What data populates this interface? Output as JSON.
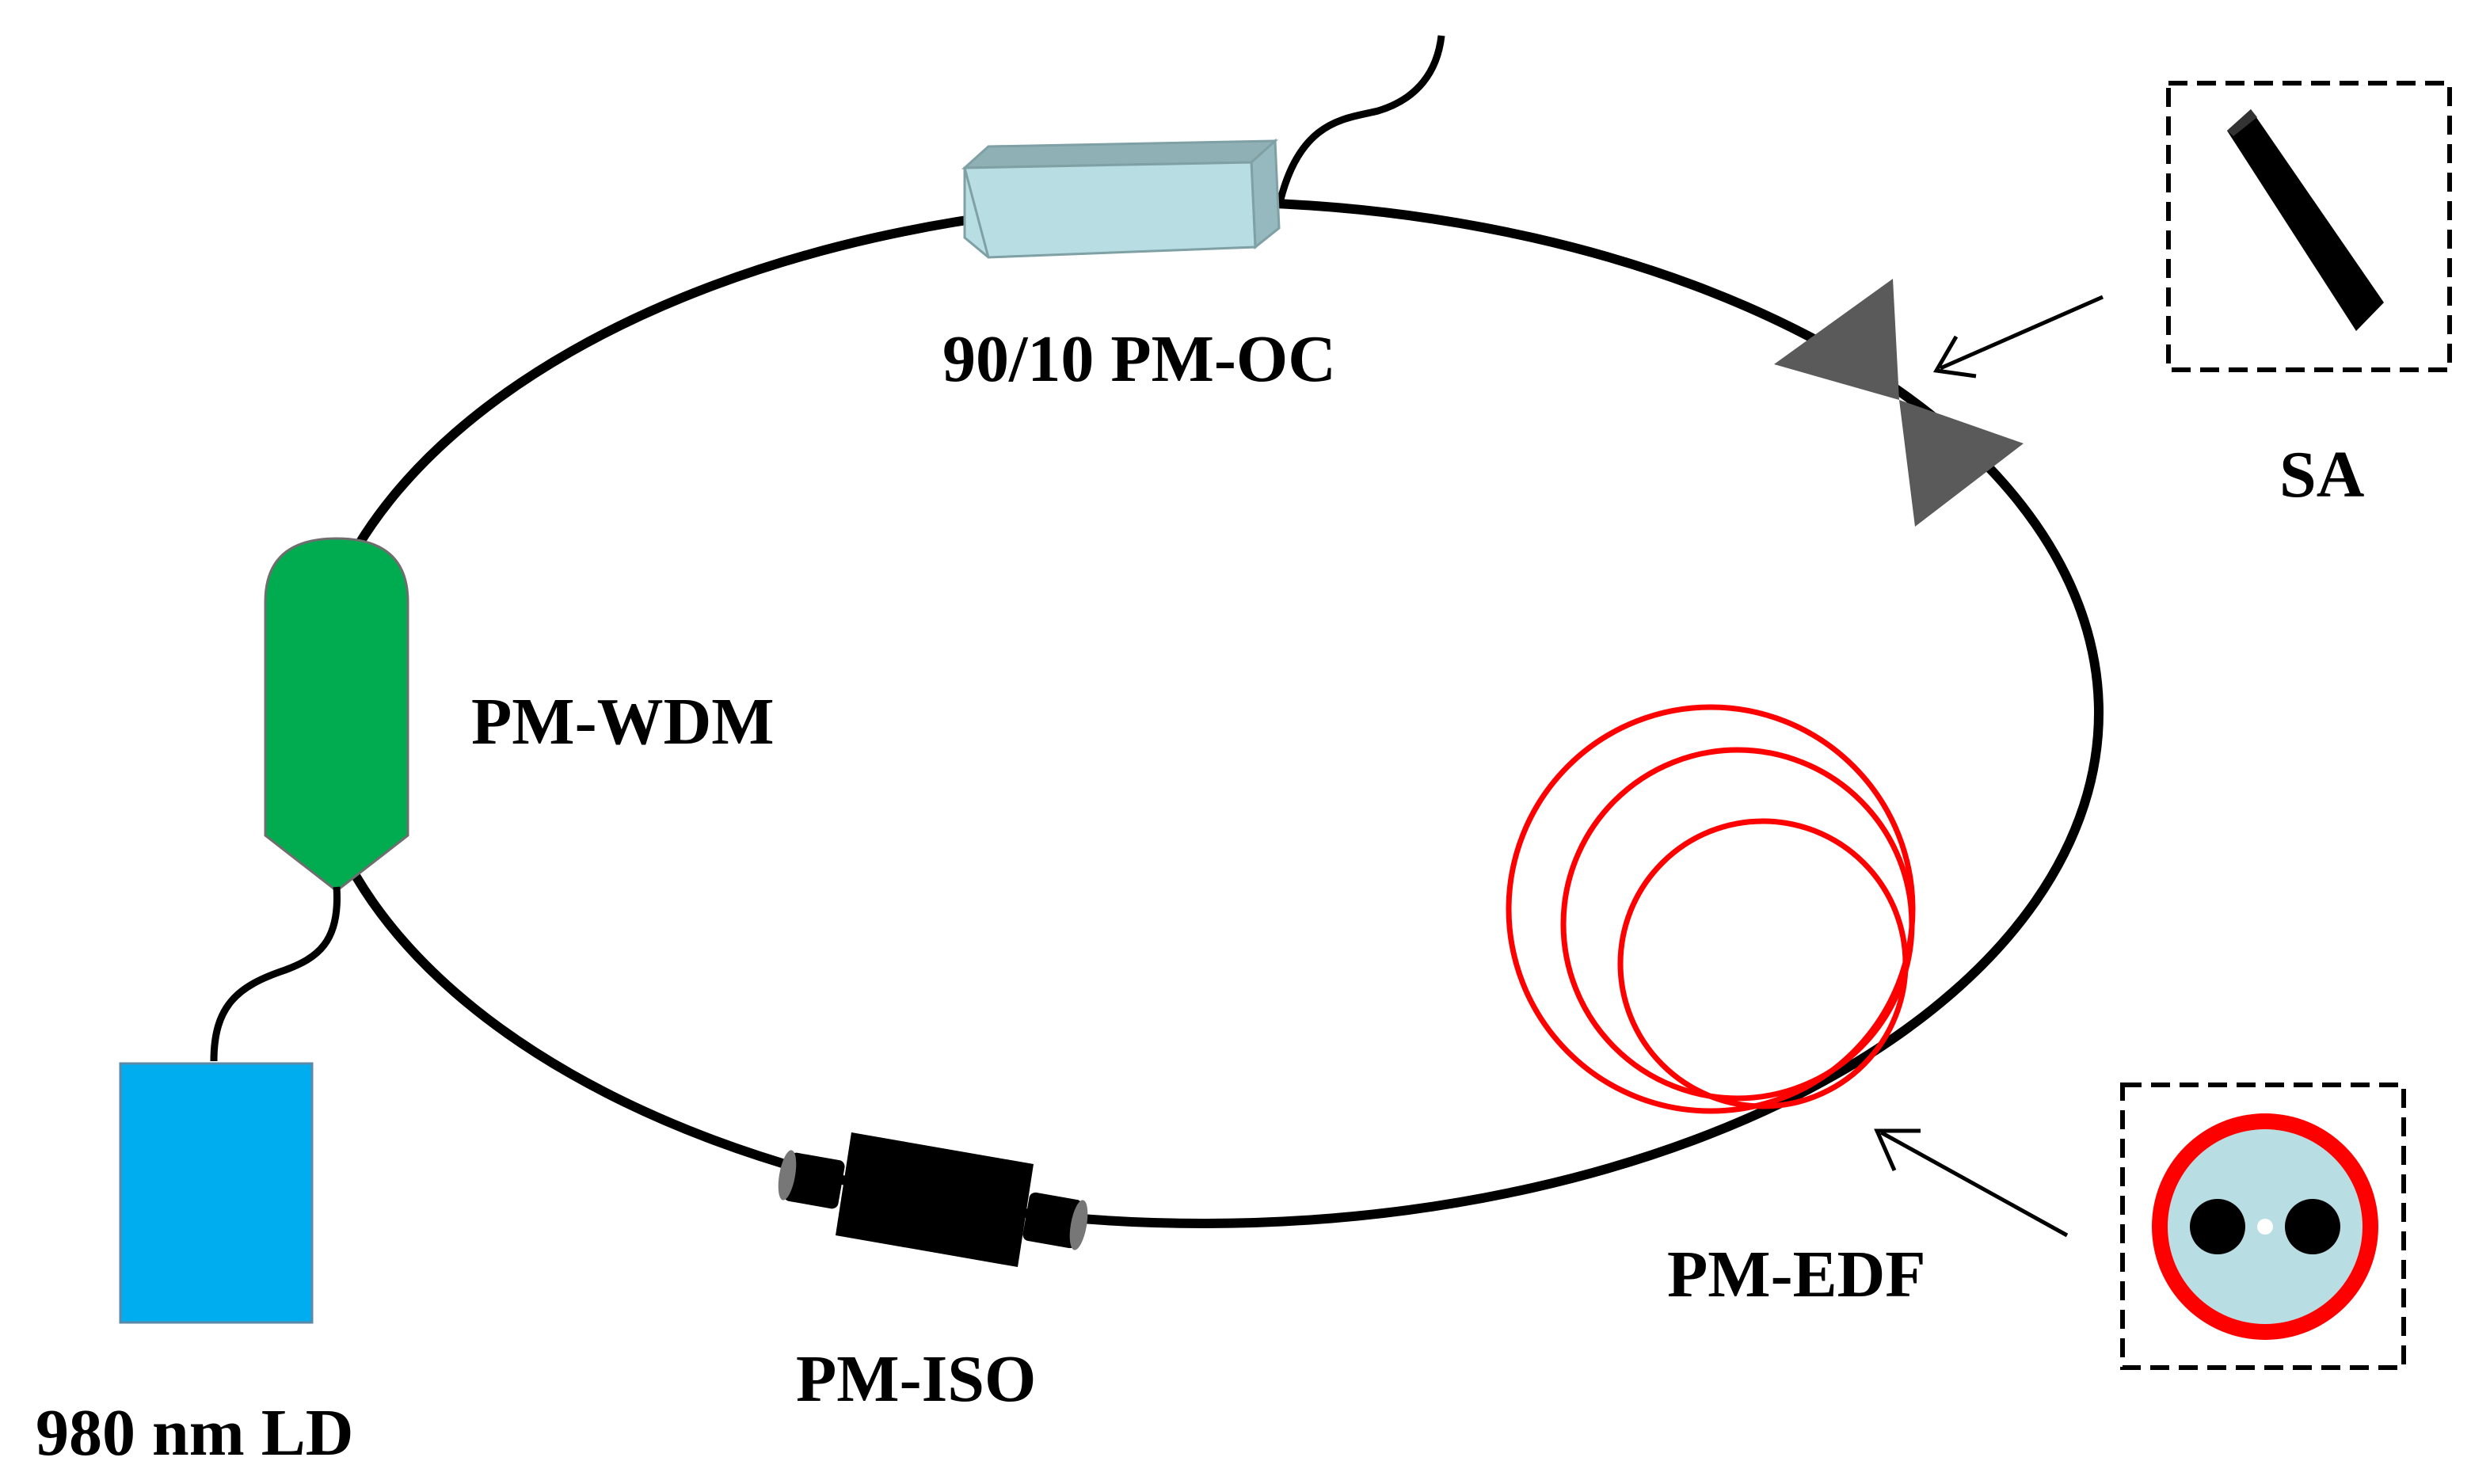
{
  "labels": {
    "coupler": "90/10 PM-OC",
    "wdm": "PM-WDM",
    "laser": "980 nm LD",
    "isolator": "PM-ISO",
    "edf": "PM-EDF",
    "sa": "SA"
  },
  "colors": {
    "fiber": "#000000",
    "coupler_body": "#b8dde2",
    "wdm": "#00ac4f",
    "laser": "#00aeef",
    "edf_coil": "#ff0000",
    "sa_block": "#5a5a5a",
    "sa_crystal": "#000000",
    "fiber_cladding": "#b8dde2",
    "fiber_jacket": "#ff0000",
    "isolator": "#000000"
  },
  "icons": {
    "coupler": "box-coupler-icon",
    "wdm": "bullet-wdm-icon",
    "laser": "rectangle-laser-icon",
    "isolator": "cylinder-isolator-icon",
    "edf": "fiber-coil-icon",
    "sa": "bowtie-sa-icon",
    "sa_inset": "crystal-inset-icon",
    "edf_inset": "panda-fiber-cross-section-icon"
  }
}
